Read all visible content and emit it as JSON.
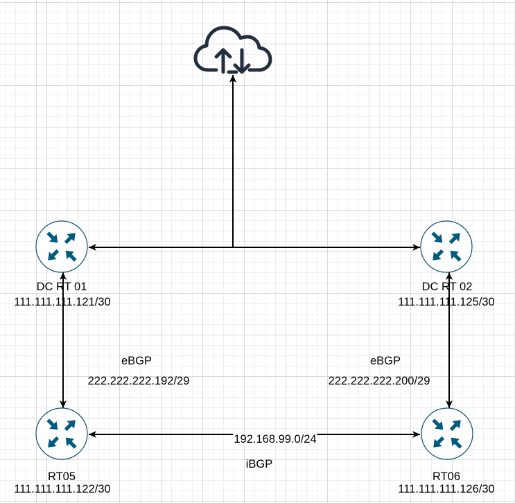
{
  "diagram": {
    "cloud": {
      "icon": "cloud-upload-download-icon"
    },
    "routers": {
      "dc_rt_01": {
        "label": "DC RT 01",
        "ip": "111.111.111.121/30",
        "icon": "router-icon"
      },
      "dc_rt_02": {
        "label": "DC RT 02",
        "ip": "111.111.111.125/30",
        "icon": "router-icon"
      },
      "rt05": {
        "label": "RT05",
        "ip": "111.111.111.122/30",
        "icon": "router-icon"
      },
      "rt06": {
        "label": "RT06",
        "ip": "111.111.111.126/30",
        "icon": "router-icon"
      }
    },
    "links": {
      "dc_rt_01_rt05": {
        "protocol": "eBGP",
        "subnet": "222.222.222.192/29"
      },
      "dc_rt_02_rt06": {
        "protocol": "eBGP",
        "subnet": "222.222.222.200/29"
      },
      "rt05_rt06": {
        "subnet": "192.168.99.0/24",
        "protocol": "iBGP"
      }
    }
  },
  "colors": {
    "router_outline": "#0b4f6c",
    "router_arrows": "#005b7f",
    "cloud": "#232f3e",
    "edges": "#000000",
    "grid_major": "#d9d9d9",
    "grid_minor": "#efefef"
  }
}
